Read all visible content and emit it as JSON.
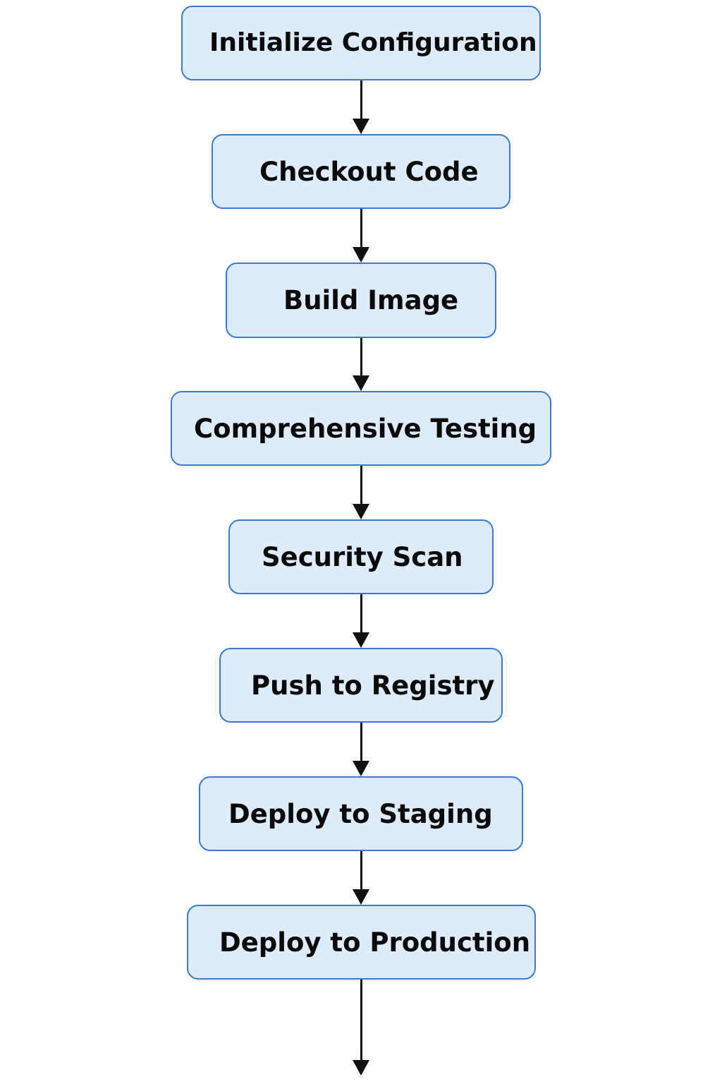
{
  "steps": [
    {
      "label": "Initialize Configuration"
    },
    {
      "label": "Checkout Code"
    },
    {
      "label": "Build Image"
    },
    {
      "label": "Comprehensive Testing"
    },
    {
      "label": "Security Scan"
    },
    {
      "label": "Push to Registry"
    },
    {
      "label": "Deploy to Staging"
    },
    {
      "label": "Deploy to Production"
    }
  ],
  "colors": {
    "box_fill": "#ddebfb",
    "box_border": "#3a7bd5",
    "text": "#0a0a0a",
    "arrow": "#111111"
  }
}
